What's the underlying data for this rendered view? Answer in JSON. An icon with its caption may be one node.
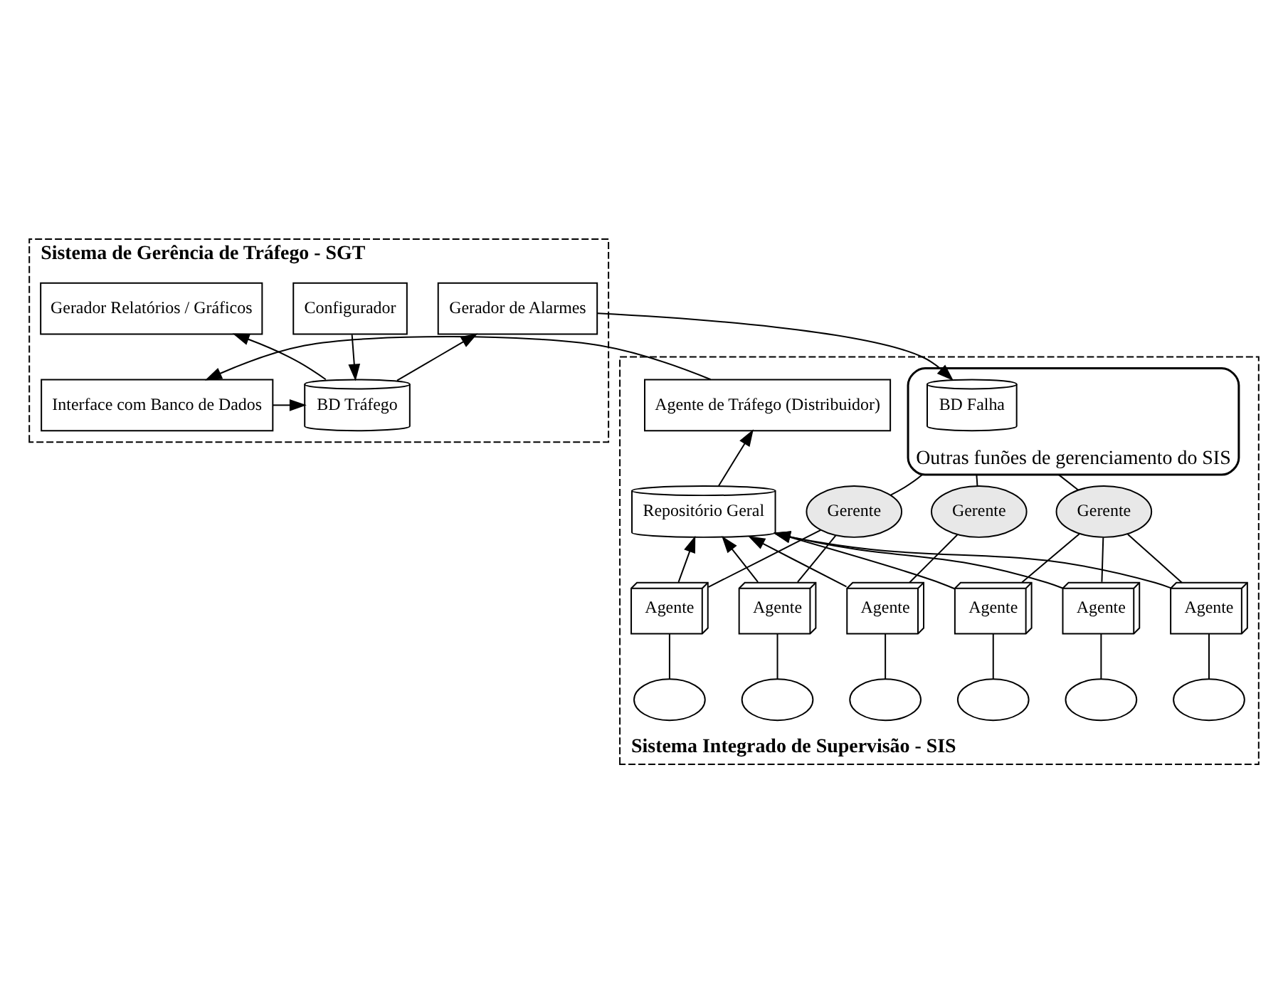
{
  "diagram": {
    "nodes": [
      {
        "text": [
          "Sistema de Gerência de Tráfego - SGT"
        ]
      },
      {
        "text": [
          "Configurador"
        ],
        "in": 0
      },
      {
        "text": [
          "Gerador de Alarmes"
        ],
        "in": 0
      },
      {
        "text": [
          "Gerador Relatórios / Gráficos"
        ],
        "in": 0
      },
      {
        "text": [
          "Interface com Banco de Dados"
        ],
        "in": 0
      },
      {
        "text": [
          "BD Tráfego"
        ],
        "in": 0
      },
      {
        "text": [
          "Sistema Integrado de Supervisão - SIS"
        ]
      },
      {
        "text": [
          "Agente de Tráfego (Distribuidor)"
        ],
        "in": 6
      },
      {
        "text": [
          "Repositório Geral"
        ],
        "in": 6
      },
      {
        "text": [
          "Outras funões de gerenciamento do SIS"
        ],
        "in": 6
      },
      {
        "text": [
          "BD Falha"
        ],
        "in": 9
      },
      {
        "text": [
          "Gerente"
        ],
        "in": 6
      },
      {
        "text": [
          "Gerente"
        ],
        "in": 6
      },
      {
        "text": [
          "Gerente"
        ],
        "in": 6
      },
      {
        "text": [
          "Agente"
        ],
        "in": 6
      },
      {
        "text": [
          "Agente"
        ],
        "in": 6
      },
      {
        "text": [
          "Agente"
        ],
        "in": 6
      },
      {
        "text": [
          "Agente"
        ],
        "in": 6
      },
      {
        "text": [
          "Agente"
        ],
        "in": 6
      },
      {
        "text": [
          "Agente"
        ],
        "in": 6
      },
      {
        "text": [],
        "shape": "ellipse",
        "in": 6
      },
      {
        "text": [],
        "shape": "ellipse",
        "in": 6
      },
      {
        "text": [],
        "shape": "ellipse",
        "in": 6
      },
      {
        "text": [],
        "shape": "ellipse",
        "in": 6
      },
      {
        "text": [],
        "shape": "ellipse",
        "in": 6
      },
      {
        "text": [],
        "shape": "ellipse",
        "in": 6
      }
    ],
    "edges": [
      {
        "from": 1,
        "to": 5,
        "arrow": "to"
      },
      {
        "from": 5,
        "to": 2,
        "arrow": "to"
      },
      {
        "from": 5,
        "to": 3,
        "arrow": "to"
      },
      {
        "from": 4,
        "to": 5,
        "arrow": "to"
      },
      {
        "from": 7,
        "to": 4,
        "arrow": "to"
      },
      {
        "from": 8,
        "to": 7,
        "arrow": "to"
      },
      {
        "from": 2,
        "to": 10,
        "arrow": "to"
      },
      {
        "from": 9,
        "to": 11,
        "arrow": "none"
      },
      {
        "from": 9,
        "to": 12,
        "arrow": "none"
      },
      {
        "from": 9,
        "to": 13,
        "arrow": "none"
      },
      {
        "from": 11,
        "to": 14,
        "arrow": "none"
      },
      {
        "from": 11,
        "to": 15,
        "arrow": "none"
      },
      {
        "from": 12,
        "to": 16,
        "arrow": "none"
      },
      {
        "from": 13,
        "to": 17,
        "arrow": "none"
      },
      {
        "from": 13,
        "to": 18,
        "arrow": "none"
      },
      {
        "from": 13,
        "to": 19,
        "arrow": "none"
      },
      {
        "from": 14,
        "to": 8,
        "arrow": "to"
      },
      {
        "from": 15,
        "to": 8,
        "arrow": "to"
      },
      {
        "from": 16,
        "to": 8,
        "arrow": "to"
      },
      {
        "from": 17,
        "to": 8,
        "arrow": "to"
      },
      {
        "from": 18,
        "to": 8,
        "arrow": "to"
      },
      {
        "from": 19,
        "to": 8,
        "arrow": "to"
      },
      {
        "from": 14,
        "to": 20,
        "arrow": "none"
      },
      {
        "from": 15,
        "to": 21,
        "arrow": "none"
      },
      {
        "from": 16,
        "to": 22,
        "arrow": "none"
      },
      {
        "from": 17,
        "to": 23,
        "arrow": "none"
      },
      {
        "from": 18,
        "to": 24,
        "arrow": "none"
      },
      {
        "from": 19,
        "to": 25,
        "arrow": "none"
      }
    ]
  }
}
